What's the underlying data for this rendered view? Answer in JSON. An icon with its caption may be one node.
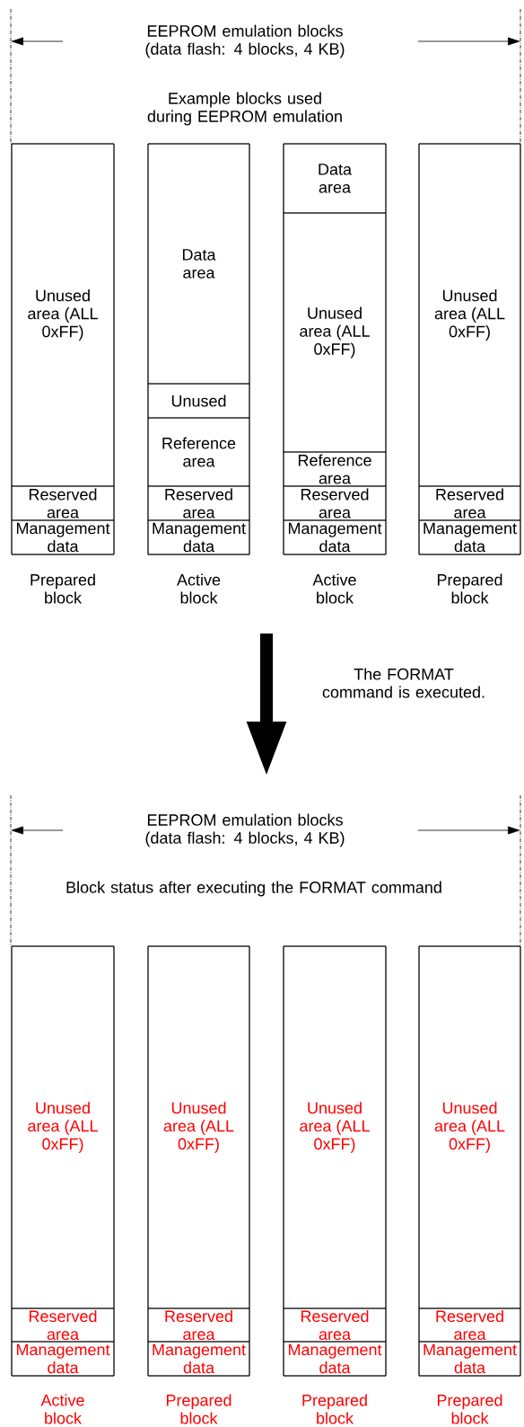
{
  "diagram": {
    "nodes": [
      {
        "text": [],
        "shape": "box",
        "beside": [
          "Prepared block"
        ]
      },
      {
        "text": [
          "Unused area (ALL 0xFF)"
        ],
        "in": 0
      },
      {
        "text": [
          "Reserved area"
        ],
        "in": 0
      },
      {
        "text": [
          "Management data"
        ],
        "in": 0
      },
      {
        "text": [],
        "shape": "box",
        "beside": [
          "Active block"
        ]
      },
      {
        "text": [
          "Data area"
        ],
        "in": 4
      },
      {
        "text": [
          "Unused"
        ],
        "in": 4
      },
      {
        "text": [
          "Reference area"
        ],
        "in": 4
      },
      {
        "text": [
          "Reserved area"
        ],
        "in": 4
      },
      {
        "text": [
          "Management data"
        ],
        "in": 4
      },
      {
        "text": [],
        "shape": "box",
        "beside": [
          "Active block"
        ]
      },
      {
        "text": [
          "Data area"
        ],
        "in": 10
      },
      {
        "text": [
          "Unused area (ALL 0xFF)"
        ],
        "in": 10
      },
      {
        "text": [
          "Reference area"
        ],
        "in": 10
      },
      {
        "text": [
          "Reserved area"
        ],
        "in": 10
      },
      {
        "text": [
          "Management data"
        ],
        "in": 10
      },
      {
        "text": [],
        "shape": "box",
        "beside": [
          "Prepared block"
        ]
      },
      {
        "text": [
          "Unused area (ALL 0xFF)"
        ],
        "in": 16
      },
      {
        "text": [
          "Reserved area"
        ],
        "in": 16
      },
      {
        "text": [
          "Management data"
        ],
        "in": 16
      },
      {
        "text": [],
        "shape": "box",
        "beside": [
          "Active block"
        ]
      },
      {
        "text": [
          "Unused area (ALL 0xFF)"
        ],
        "in": 20
      },
      {
        "text": [
          "Reserved area"
        ],
        "in": 20
      },
      {
        "text": [
          "Management data"
        ],
        "in": 20
      },
      {
        "text": [],
        "shape": "box",
        "beside": [
          "Prepared block"
        ]
      },
      {
        "text": [
          "Unused area (ALL 0xFF)"
        ],
        "in": 24
      },
      {
        "text": [
          "Reserved area"
        ],
        "in": 24
      },
      {
        "text": [
          "Management data"
        ],
        "in": 24
      },
      {
        "text": [],
        "shape": "box",
        "beside": [
          "Prepared block"
        ]
      },
      {
        "text": [
          "Unused area (ALL 0xFF)"
        ],
        "in": 28
      },
      {
        "text": [
          "Reserved area"
        ],
        "in": 28
      },
      {
        "text": [
          "Management data"
        ],
        "in": 28
      },
      {
        "text": [],
        "shape": "box",
        "beside": [
          "Prepared block"
        ]
      },
      {
        "text": [
          "Unused area (ALL 0xFF)"
        ],
        "in": 32
      },
      {
        "text": [
          "Reserved area"
        ],
        "in": 32
      },
      {
        "text": [
          "Management data"
        ],
        "in": 32
      }
    ],
    "labels": [
      "EEPROM emulation blocks (data flash: 4 blocks, 4 KB)",
      "Example blocks used during EEPROM emulation",
      "EEPROM emulation blocks (data flash: 4 blocks, 4 KB)",
      "Block status after executing the FORMAT command",
      "The FORMAT command is executed."
    ]
  }
}
